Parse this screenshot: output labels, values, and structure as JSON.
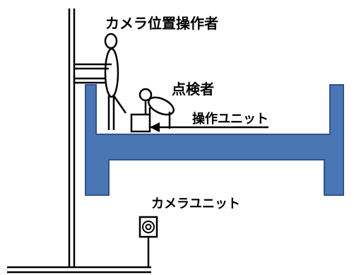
{
  "labels": {
    "camera_operator": "カメラ位置操作者",
    "inspector": "点検者",
    "operation_unit": "操作ユニット",
    "camera_unit": "カメラユニット"
  },
  "colors": {
    "beam_fill": "#4a76b4",
    "beam_stroke": "#2f528f",
    "line": "#000000",
    "background": "#ffffff"
  }
}
